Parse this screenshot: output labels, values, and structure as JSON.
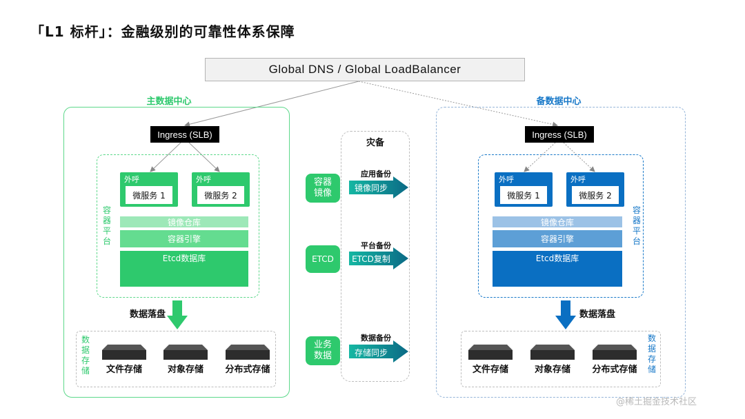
{
  "title": "「L1 标杆」：金融级别的可靠性体系保障",
  "global": "Global DNS / Global LoadBalancer",
  "main_dc": {
    "title": "主数据中心",
    "ingress": "Ingress (SLB)",
    "container_label": "容器平台",
    "services": [
      {
        "tag": "外呼",
        "name": "微服务 1"
      },
      {
        "tag": "外呼",
        "name": "微服务 2"
      }
    ],
    "mirror": "镜像仓库",
    "engine": "容器引擎",
    "etcd": "Etcd数据库",
    "disk_label": "数据落盘",
    "storage_label": "数据存储",
    "storage": [
      "文件存储",
      "对象存储",
      "分布式存储"
    ]
  },
  "backup_dc": {
    "title": "备数据中心",
    "ingress": "Ingress (SLB)",
    "container_label": "容器平台",
    "services": [
      {
        "tag": "外呼",
        "name": "微服务 1"
      },
      {
        "tag": "外呼",
        "name": "微服务 2"
      }
    ],
    "mirror": "镜像仓库",
    "engine": "容器引擎",
    "etcd": "Etcd数据库",
    "disk_label": "数据落盘",
    "storage_label": "数据存储",
    "storage": [
      "文件存储",
      "对象存储",
      "分布式存储"
    ]
  },
  "dr": {
    "title": "灾备",
    "items": [
      {
        "source": "容器镜像",
        "label": "应用备份",
        "arrow": "镜像同步"
      },
      {
        "source": "ETCD",
        "label": "平台备份",
        "arrow": "ETCD复制"
      },
      {
        "source": "业务数据",
        "label": "数据备份",
        "arrow": "存储同步"
      }
    ]
  },
  "watermark": "@稀土掘金技术社区",
  "colors": {
    "main_green": "#2ec96d",
    "backup_blue": "#0a6fc2",
    "dr_arrow": "#0b7a83"
  }
}
